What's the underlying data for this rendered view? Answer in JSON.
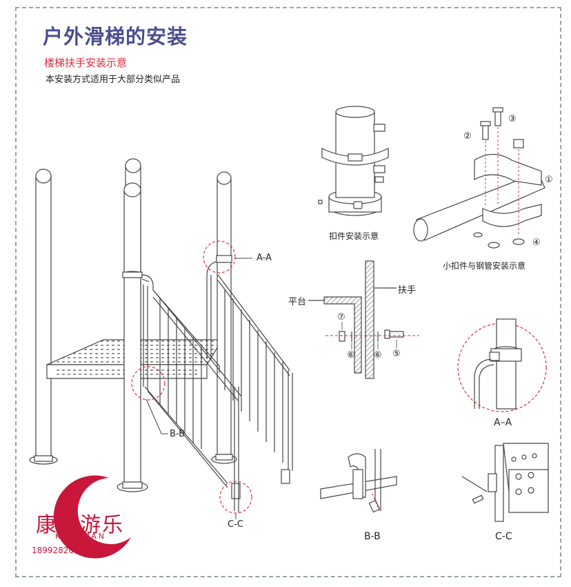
{
  "page": {
    "title": "户外滑梯的安装",
    "subtitle": "楼梯扶手安装示意",
    "note": "本安装方式适用于大部分类似产品"
  },
  "labels": {
    "a_a_marker": "A-A",
    "b_b_marker": "B-B",
    "c_c_marker": "C-C",
    "platform": "平台",
    "handrail": "扶手"
  },
  "callouts": {
    "n1": "①",
    "n2": "②",
    "n3": "③",
    "n4": "④",
    "n5": "⑤",
    "n6a": "⑥",
    "n6b": "⑥",
    "n7": "⑦"
  },
  "captions": {
    "clamp_install": "扣件安装示意",
    "small_clamp_pipe": "小扣件与钢管安装示意",
    "detail_a_a": "A–A",
    "detail_b_b": "B-B",
    "detail_c_c": "C-C"
  },
  "brand": {
    "name_cn": "康攀游乐",
    "name_en": "KANGPAN",
    "phone": "18992820710",
    "accent_color": "#c8173b",
    "title_color": "#4a4d8f"
  }
}
